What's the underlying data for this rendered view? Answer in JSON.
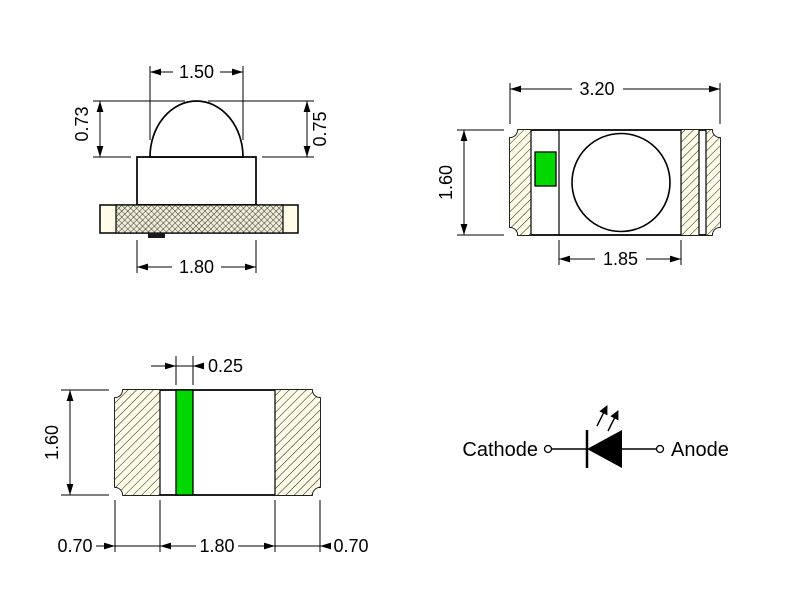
{
  "drawing": {
    "side_view": {
      "dim_lens_width": "1.50",
      "dim_left_height": "0.73",
      "dim_lens_height": "0.75",
      "dim_body_width": "1.80"
    },
    "top_view": {
      "dim_total_width": "3.20",
      "dim_total_height": "1.60",
      "dim_inner_width": "1.85"
    },
    "bottom_view": {
      "dim_mark_width": "0.25",
      "dim_total_height": "1.60",
      "dim_left_pad": "0.70",
      "dim_inner_width": "1.80",
      "dim_right_pad": "0.70"
    },
    "circuit_symbol": {
      "cathode_label": "Cathode",
      "anode_label": "Anode"
    }
  },
  "colors": {
    "outline": "#000000",
    "polarity_mark_green": "#00D800",
    "pad_fill_cream": "#FFFDE8",
    "background": "#FFFFFF"
  }
}
